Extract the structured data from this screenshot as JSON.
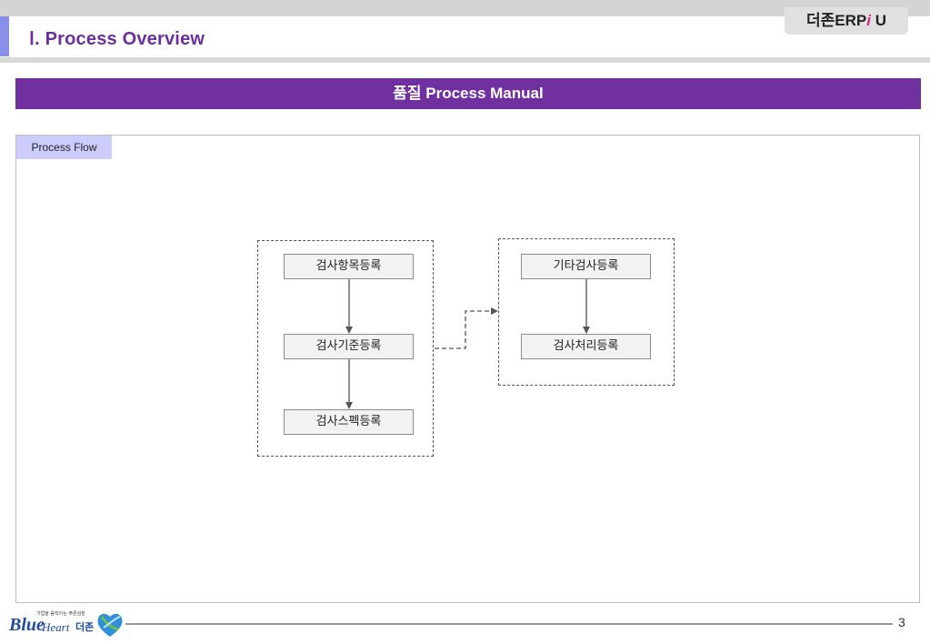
{
  "header": {
    "title": "Ⅰ. Process Overview",
    "brand_prefix": "더존ERP",
    "brand_i": "i",
    "brand_suffix": " U"
  },
  "banner": {
    "title": "품질 Process Manual"
  },
  "section": {
    "tag": "Process Flow"
  },
  "diagram": {
    "groups": [
      {
        "id": "group-left",
        "nodes": [
          "검사항목등록",
          "검사기준등록",
          "검사스펙등록"
        ]
      },
      {
        "id": "group-right",
        "nodes": [
          "기타검사등록",
          "검사처리등록"
        ]
      }
    ],
    "edges": [
      {
        "from": "검사항목등록",
        "to": "검사기준등록",
        "style": "solid"
      },
      {
        "from": "검사기준등록",
        "to": "검사스펙등록",
        "style": "solid"
      },
      {
        "from": "기타검사등록",
        "to": "검사처리등록",
        "style": "solid"
      },
      {
        "from": "검사기준등록",
        "to": "group-right",
        "style": "dashed"
      }
    ]
  },
  "footer": {
    "logo_word1": "Blue",
    "logo_word2": "Heart",
    "logo_korean": "더존",
    "slogan": "기업을 움직이는 푸른심장",
    "page_number": "3"
  },
  "colors": {
    "accent_purple": "#7030a0",
    "title_purple": "#6b2fa0",
    "tag_lavender": "#ccccff",
    "brand_pink": "#d12b8b"
  }
}
